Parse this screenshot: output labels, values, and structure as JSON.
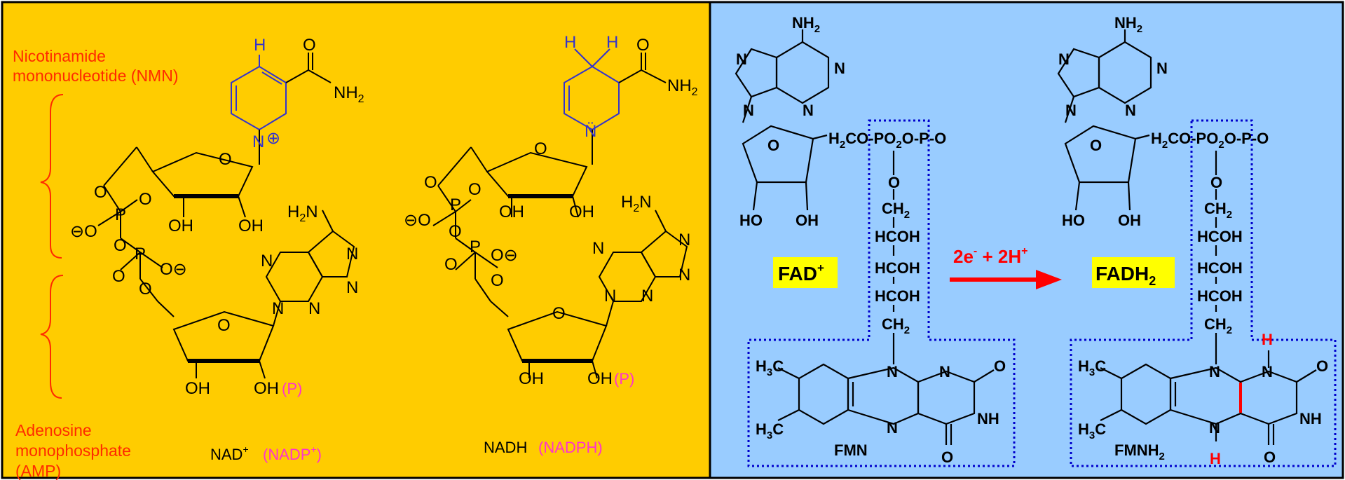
{
  "left_panel": {
    "background": "#ffcc00",
    "nmn_label_line1": "Nicotinamide",
    "nmn_label_line2": "mononucleotide (NMN)",
    "amp_label_line1": "Adenosine",
    "amp_label_line2": "monophosphate",
    "amp_label_line3": "(AMP)",
    "nad_name": "NAD",
    "nad_sup": "+",
    "nadp_name": "(NADP",
    "nadp_sup": "+",
    "nadp_close": ")",
    "nadh_name": "NADH",
    "nadph_name": "(NADPH)",
    "phosphate_mark": "(P)",
    "atoms": {
      "h": "H",
      "o": "O",
      "nh2": "NH",
      "sub2": "2",
      "h2n": "H",
      "n": "N",
      "oh": "OH",
      "p": "P",
      "minus_o": "⊖O",
      "o_minus": "O⊖",
      "n_plus": "⊕",
      "n_lone": "N̈"
    }
  },
  "right_panel": {
    "background": "#99ccff",
    "fad_label": "FAD",
    "fad_sup": "+",
    "fadh2_label": "FADH",
    "fadh2_sub": "2",
    "fmn_label": "FMN",
    "fmnh2_label": "FMNH",
    "fmnh2_sub": "2",
    "reaction_label_1": "2e",
    "reaction_sup_1": "-",
    "reaction_label_2": " + 2H",
    "reaction_sup_2": "+",
    "highlight_color": "#ffff00",
    "arrow_color": "#ff0000",
    "dotted_box_color": "#0000cc",
    "atoms": {
      "h2co_po2": "H",
      "co_po2_rest": "CO-PO",
      "o_p_o": "O-P-O",
      "ch2": "CH",
      "hcoh": "HCOH",
      "h3c": "H",
      "c_sub3": "3",
      "nh": "NH",
      "ho": "HO",
      "oh": "OH",
      "o": "O",
      "n": "N",
      "h_red": "H"
    }
  }
}
